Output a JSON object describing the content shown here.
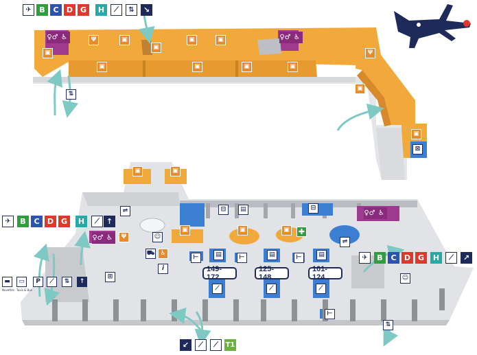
{
  "colors": {
    "orange": "#f2a93b",
    "orange_dark": "#d8892a",
    "blue": "#3c7fd2",
    "grey": "#c9cbcf",
    "grey_dark": "#9fa2a7",
    "teal_arrow": "#7fc9c4",
    "navy": "#1d2a5a",
    "purple": "#8a2a7a",
    "green_cross": "#2e9e3e"
  },
  "top_level": {
    "legend_left": {
      "icons": [
        "plane-icon",
        "escalator-icon",
        "elevator-icon",
        "down-right-arrow-icon"
      ],
      "terminals": [
        "B",
        "C",
        "D",
        "G",
        "H"
      ]
    },
    "labeled_icons": [
      "toilets-icon",
      "accessible-toilet-icon",
      "restaurant-icon",
      "shop-bag-icon",
      "elevator-icon",
      "escalator-icon"
    ]
  },
  "bottom_level": {
    "gates": [
      "149-172",
      "125-148",
      "101-124"
    ],
    "legend_left": {
      "terminals": [
        "B",
        "C",
        "D",
        "G",
        "H"
      ],
      "icons": [
        "plane-icon",
        "escalator-icon",
        "up-arrow-icon"
      ]
    },
    "transport_row": {
      "icons": [
        "bus-icon",
        "taxi-icon",
        "parking-icon",
        "escalator-icon",
        "elevator-icon",
        "up-arrow-icon"
      ],
      "small_labels": [
        "Navettes",
        "Taxis & Bus"
      ],
      "parking_letter": "P"
    },
    "legend_right": {
      "terminals": [
        "B",
        "C",
        "D",
        "G",
        "H"
      ],
      "icons": [
        "plane-icon",
        "escalator-icon",
        "up-right-arrow-icon"
      ]
    },
    "bottom_center": {
      "icons": [
        "down-left-arrow-icon",
        "escalator-icon"
      ],
      "terminal": "T1"
    },
    "info_letter": "i"
  }
}
